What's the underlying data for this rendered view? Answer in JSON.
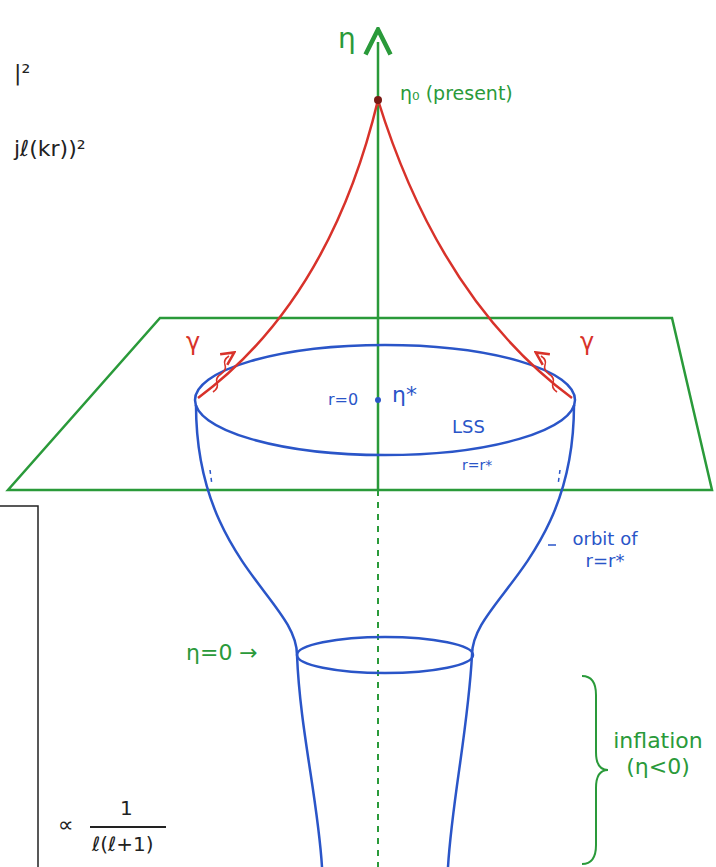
{
  "diagram": {
    "labels": [
      "η",
      "η₀ (present)",
      "γ",
      "γ",
      "r=0",
      "η*",
      "LSS",
      "r=r*",
      "orbit of r=r*",
      "η=0 →",
      "inflation (η<0)",
      "|²",
      "jℓ(kr))²",
      "∝",
      "1",
      "ℓ(ℓ+1)"
    ]
  }
}
